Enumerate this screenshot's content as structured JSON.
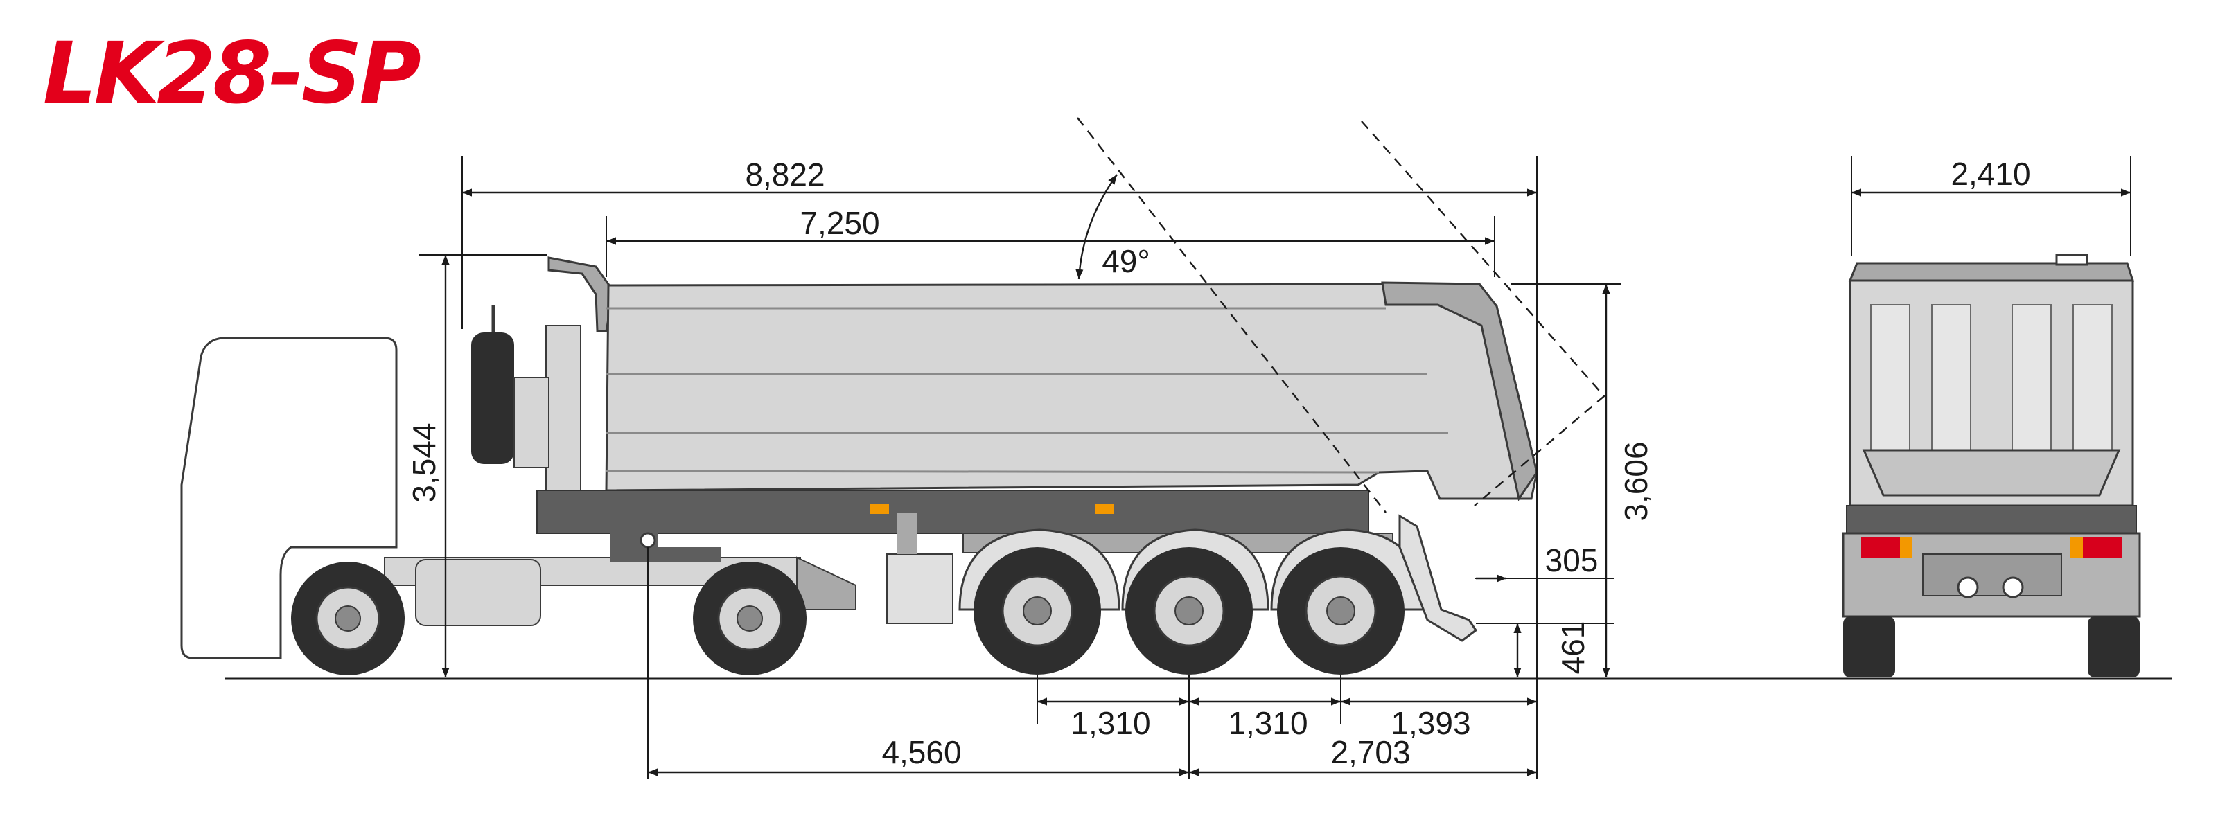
{
  "model": {
    "name": "LK28-SP"
  },
  "colors": {
    "logo": "#e3001b",
    "body_light": "#d6d6d6",
    "body_mid": "#a9a9a9",
    "chassis_dark": "#5e5e5e",
    "tyre": "#2e2e2e",
    "lamp_amber": "#f39800",
    "lamp_red": "#d7001c"
  },
  "dimensions": {
    "overall_length": "8,822",
    "body_length": "7,250",
    "tipping_angle": "49°",
    "tractor_height": "3,544",
    "overall_height": "3,606",
    "rear_overhang_height": "305",
    "bumper_height": "461",
    "axle_spacing_1": "1,310",
    "axle_spacing_2": "1,310",
    "rear_overhang": "1,393",
    "kingpin_to_axle": "4,560",
    "axle_group_to_rear": "2,703",
    "overall_width": "2,410"
  }
}
